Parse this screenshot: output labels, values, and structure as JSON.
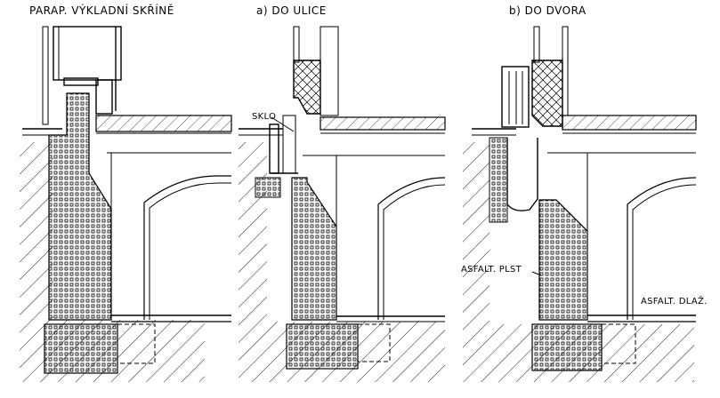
{
  "labels": {
    "title_left": "PARAP. VÝKLADNÍ SKŘÍNĚ",
    "title_mid": "a) DO ULICE",
    "title_right": "b) DO DVORA",
    "sklo": "SKLO",
    "asfalt_plst": "ASFALT. PLST",
    "asfalt_dlaz": "ASFALT. DLAŽ."
  },
  "colors": {
    "line": "#000000",
    "paper": "#ffffff"
  }
}
